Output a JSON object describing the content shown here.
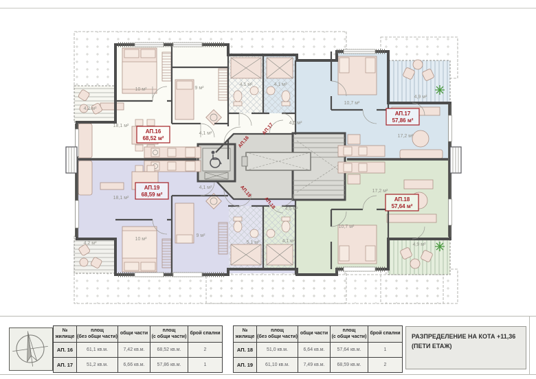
{
  "title_block": {
    "line1": "РАЗПРЕДЕЛЕНИЕ НА КОТА +11,36",
    "line2": "(ПЕТИ ЕТАЖ)"
  },
  "tables": {
    "headers": [
      "№\nжилище",
      "площ\n(без общи части)",
      "общи части",
      "площ\n(с общи части)",
      "брой спални"
    ],
    "left_rows": [
      [
        "АП. 16",
        "61,1 кв.м.",
        "7,42 кв.м.",
        "68,52 кв.м.",
        "2"
      ],
      [
        "АП. 17",
        "51,2 кв.м.",
        "6,66 кв.м.",
        "57,86 кв.м.",
        "1"
      ]
    ],
    "right_rows": [
      [
        "АП. 18",
        "51,0 кв.м.",
        "6,64 кв.м.",
        "57,64 кв.м.",
        "1"
      ],
      [
        "АП. 19",
        "61,10 кв.м.",
        "7,49 кв.м.",
        "68,59 кв.м.",
        "2"
      ]
    ]
  },
  "apartments": {
    "ap16": {
      "label": "АП.16",
      "area": "68,52 м²",
      "color": "#fbfbf5"
    },
    "ap17": {
      "label": "АП.17",
      "area": "57,86 м²",
      "color": "#d8e5ee"
    },
    "ap18": {
      "label": "АП.18",
      "area": "57,64 м²",
      "color": "#dde8d3"
    },
    "ap19": {
      "label": "АП.19",
      "area": "68,59 м²",
      "color": "#dbdbed"
    }
  },
  "room_labels": {
    "ap16_terrace": "4,2 м²",
    "ap16_bedroom1": "10 м²",
    "ap16_living": "18,1 м²",
    "ap16_bedroom2": "9 м²",
    "ap16_hall": "4,1 м²",
    "ap16_bath": "4,1 м²",
    "ap17_bath": "4,1 м²",
    "ap17_hall": "4,5 м²",
    "ap17_bedroom": "10,7 м²",
    "ap17_living": "17,2 м²",
    "ap17_terrace": "4,9 м²",
    "ap18_living": "17,2 м²",
    "ap18_bedroom": "10,7 м²",
    "ap18_terrace": "4,9 м²",
    "ap18_hall": "4,5 м²",
    "ap18_bath": "4,1 м²",
    "ap19_living": "18,1 м²",
    "ap19_bedroom1": "10 м²",
    "ap19_bedroom2": "9 м²",
    "ap19_terrace": "4,2 м²",
    "ap19_bath": "5,1 м²",
    "ap19_hall": "4,1 м²"
  },
  "icons": {
    "compass": "compass-rose-north-arrow",
    "elevator": "wheelchair-accessible-elevator",
    "plant": "potted-plant"
  },
  "accent_colors": {
    "apartment_label_red": "#a32026",
    "walls": "#4d4d4d",
    "furniture": "#f2e2da",
    "plant_green": "#4a9a3f"
  }
}
